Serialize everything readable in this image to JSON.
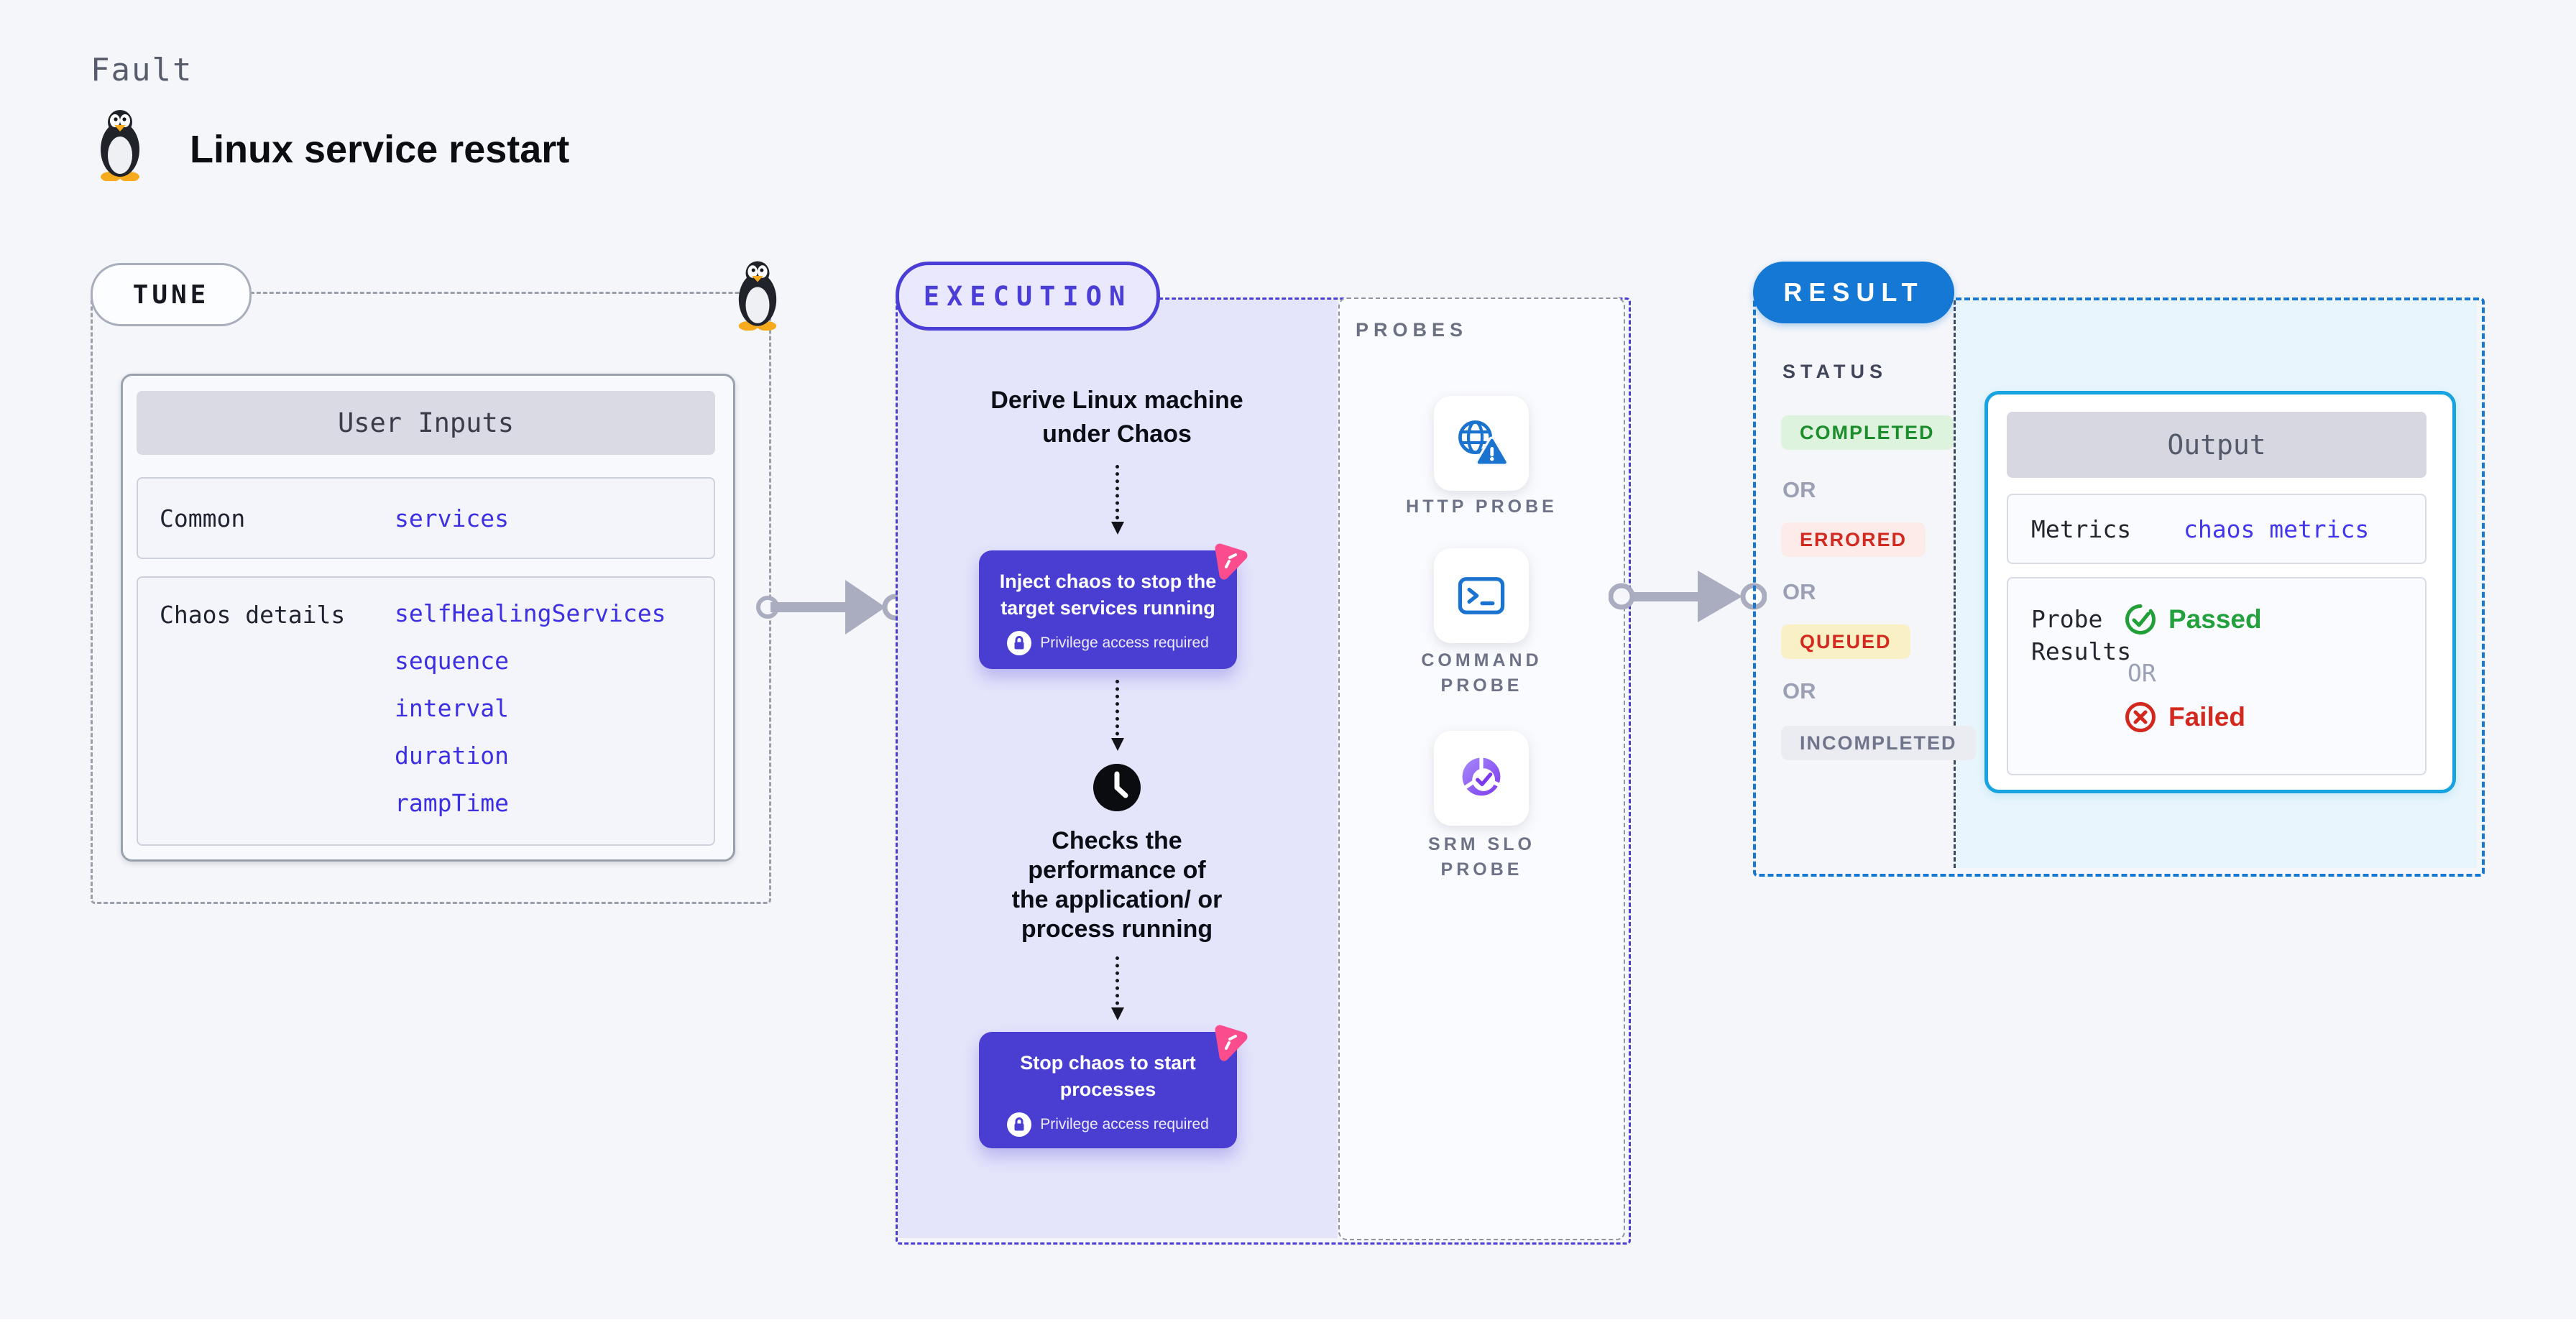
{
  "page": {
    "kicker": "Fault",
    "title": "Linux service restart"
  },
  "tune": {
    "label": "TUNE",
    "user_inputs": {
      "header": "User Inputs",
      "rows": [
        {
          "label": "Common",
          "links": [
            "services"
          ]
        },
        {
          "label": "Chaos details",
          "links": [
            "selfHealingServices",
            "sequence",
            "interval",
            "duration",
            "rampTime"
          ]
        }
      ]
    }
  },
  "execution": {
    "label": "EXECUTION",
    "derive_text": "Derive Linux machine\nunder Chaos",
    "inject_card": {
      "title": "Inject chaos to stop the\ntarget services running",
      "badge": "Privilege access required"
    },
    "checks_text": "Checks the\nperformance of\nthe application/ or\nprocess running",
    "stop_card": {
      "title": "Stop chaos to start\nprocesses",
      "badge": "Privilege access required"
    }
  },
  "probes": {
    "label": "PROBES",
    "items": [
      {
        "name": "HTTP PROBE",
        "icon": "globe-alert-icon"
      },
      {
        "name": "COMMAND\nPROBE",
        "icon": "terminal-icon"
      },
      {
        "name": "SRM SLO\nPROBE",
        "icon": "slo-donut-icon"
      }
    ]
  },
  "result": {
    "label": "RESULT",
    "status": {
      "label": "STATUS",
      "separator": "OR",
      "badges": [
        {
          "text": "COMPLETED",
          "fg": "#1b8d2b",
          "bg": "#def3de"
        },
        {
          "text": "ERRORED",
          "fg": "#d22a20",
          "bg": "#fcebe9"
        },
        {
          "text": "QUEUED",
          "fg": "#d22a20",
          "bg": "#faf0c5"
        },
        {
          "text": "INCOMPLETED",
          "fg": "#70758c",
          "bg": "#ebecf2"
        }
      ]
    },
    "output": {
      "header": "Output",
      "metrics_label": "Metrics",
      "metrics_link": "chaos metrics",
      "probe_results_label": "Probe\nResults",
      "passed": "Passed",
      "separator": "OR",
      "failed": "Failed"
    }
  },
  "colors": {
    "page_bg": "#f5f6fa",
    "accent_indigo": "#4a3ed6",
    "execution_fill": "#e4e4fb",
    "card_purple": "#4a3ed2",
    "chaos_pink": "#fb4d8e",
    "result_blue": "#1478d4",
    "output_border": "#17a3e0",
    "link_blue": "#3d30e2",
    "passed_green": "#22a13c",
    "failed_red": "#d2281e",
    "probe_icon_blue": "#1a73cf",
    "slo_purple": "#8b5cf6"
  }
}
